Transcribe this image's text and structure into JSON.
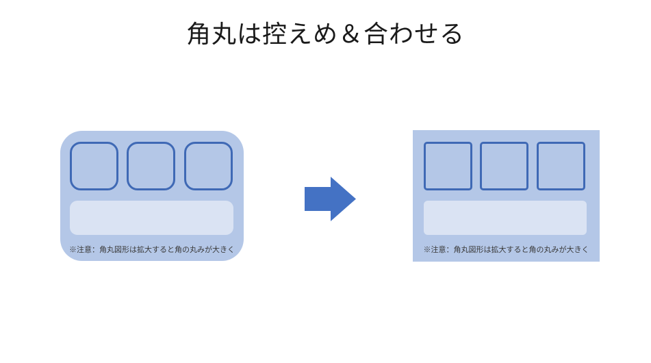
{
  "slide": {
    "title": "角丸は控えめ＆合わせる"
  },
  "panels": {
    "before": {
      "description": "heavily-rounded container with three rounded tiles and a placeholder bar",
      "tile_count": 3,
      "caption": "※注意：角丸図形は拡大すると角の丸みが大きく"
    },
    "after": {
      "description": "square container with three slightly-rounded tiles and a placeholder bar",
      "tile_count": 3,
      "caption": "※注意：角丸図形は拡大すると角の丸みが大きく"
    }
  },
  "arrow": {
    "icon": "right-block-arrow"
  },
  "colors": {
    "panel_fill": "#b4c7e7",
    "tile_border": "#3f69b5",
    "bar_fill": "#dae3f3",
    "arrow_fill": "#4472c4",
    "title_text": "#1a1a1a",
    "caption_text": "#3a3a3a"
  }
}
